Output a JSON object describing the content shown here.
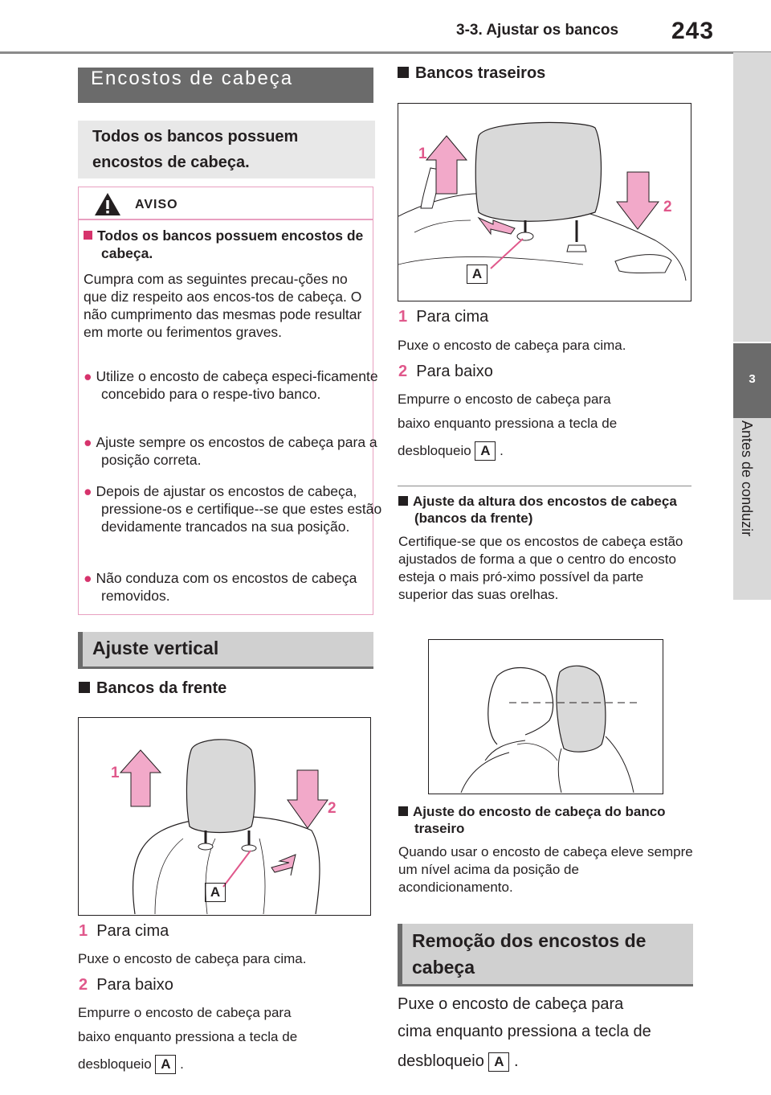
{
  "header": {
    "section": "3-3. Ajustar os bancos",
    "page": "243"
  },
  "side_tab": {
    "number": "3",
    "chapter": "Antes de conduzir"
  },
  "left": {
    "title": "Encostos de cabeça",
    "summary": "Todos os bancos possuem encostos de cabeça.",
    "warning": {
      "label": "AVISO",
      "heading": "Todos os bancos possuem encostos de cabeça.",
      "intro": "Cumpra com as seguintes precau-ções no que diz respeito aos encos-tos de cabeça. O não cumprimento das mesmas pode resultar em morte ou ferimentos graves.",
      "bullets": [
        "Utilize o encosto de cabeça especi-ficamente concebido para o respe-tivo banco.",
        "Ajuste sempre os encostos de cabeça para a posição correta.",
        "Depois de ajustar os encostos de cabeça, pressione-os e certifique--se que estes estão devidamente trancados na sua posição.",
        "Não conduza com os encostos de cabeça removidos."
      ]
    },
    "vertical_title": "Ajuste vertical",
    "front_heading": "Bancos da frente",
    "fig_labels": {
      "one": "1",
      "two": "2",
      "a": "A"
    },
    "steps": [
      {
        "num": "1",
        "label": "Para cima",
        "desc": "Puxe o encosto de cabeça para cima."
      },
      {
        "num": "2",
        "label": "Para baixo",
        "desc1": "Empurre o encosto de cabeça para",
        "desc2": "baixo enquanto pressiona a tecla de",
        "desc3": "desbloqueio",
        "tag": "A",
        "end": "."
      }
    ]
  },
  "right": {
    "rear_heading": "Bancos traseiros",
    "fig_labels": {
      "one": "1",
      "two": "2",
      "a": "A"
    },
    "steps": [
      {
        "num": "1",
        "label": "Para cima",
        "desc": "Puxe o encosto de cabeça para cima."
      },
      {
        "num": "2",
        "label": "Para baixo",
        "desc1": "Empurre o encosto de cabeça para",
        "desc2": "baixo enquanto pressiona a tecla de",
        "desc3": "desbloqueio",
        "tag": "A",
        "end": "."
      }
    ],
    "height_heading": "Ajuste da altura dos encostos de cabeça (bancos da frente)",
    "height_text": "Certifique-se que os encostos de cabeça estão ajustados de forma a que o centro do encosto esteja o mais pró-ximo possível da parte superior das suas orelhas.",
    "rear_adj_heading": "Ajuste do encosto de cabeça do banco traseiro",
    "rear_adj_text": "Quando usar o encosto de cabeça eleve sempre um nível acima da posição de acondicionamento.",
    "removal_title": "Remoção dos encostos de cabeça",
    "removal_text1": "Puxe o encosto de cabeça para",
    "removal_text2": "cima enquanto pressiona a tecla de",
    "removal_text3": "desbloqueio",
    "removal_tag": "A",
    "removal_end": "."
  },
  "colors": {
    "accent": "#e0588b",
    "warning_border": "#e8a0c0",
    "header_gray": "#d0d0d0",
    "dark_gray": "#6b6b6b"
  }
}
